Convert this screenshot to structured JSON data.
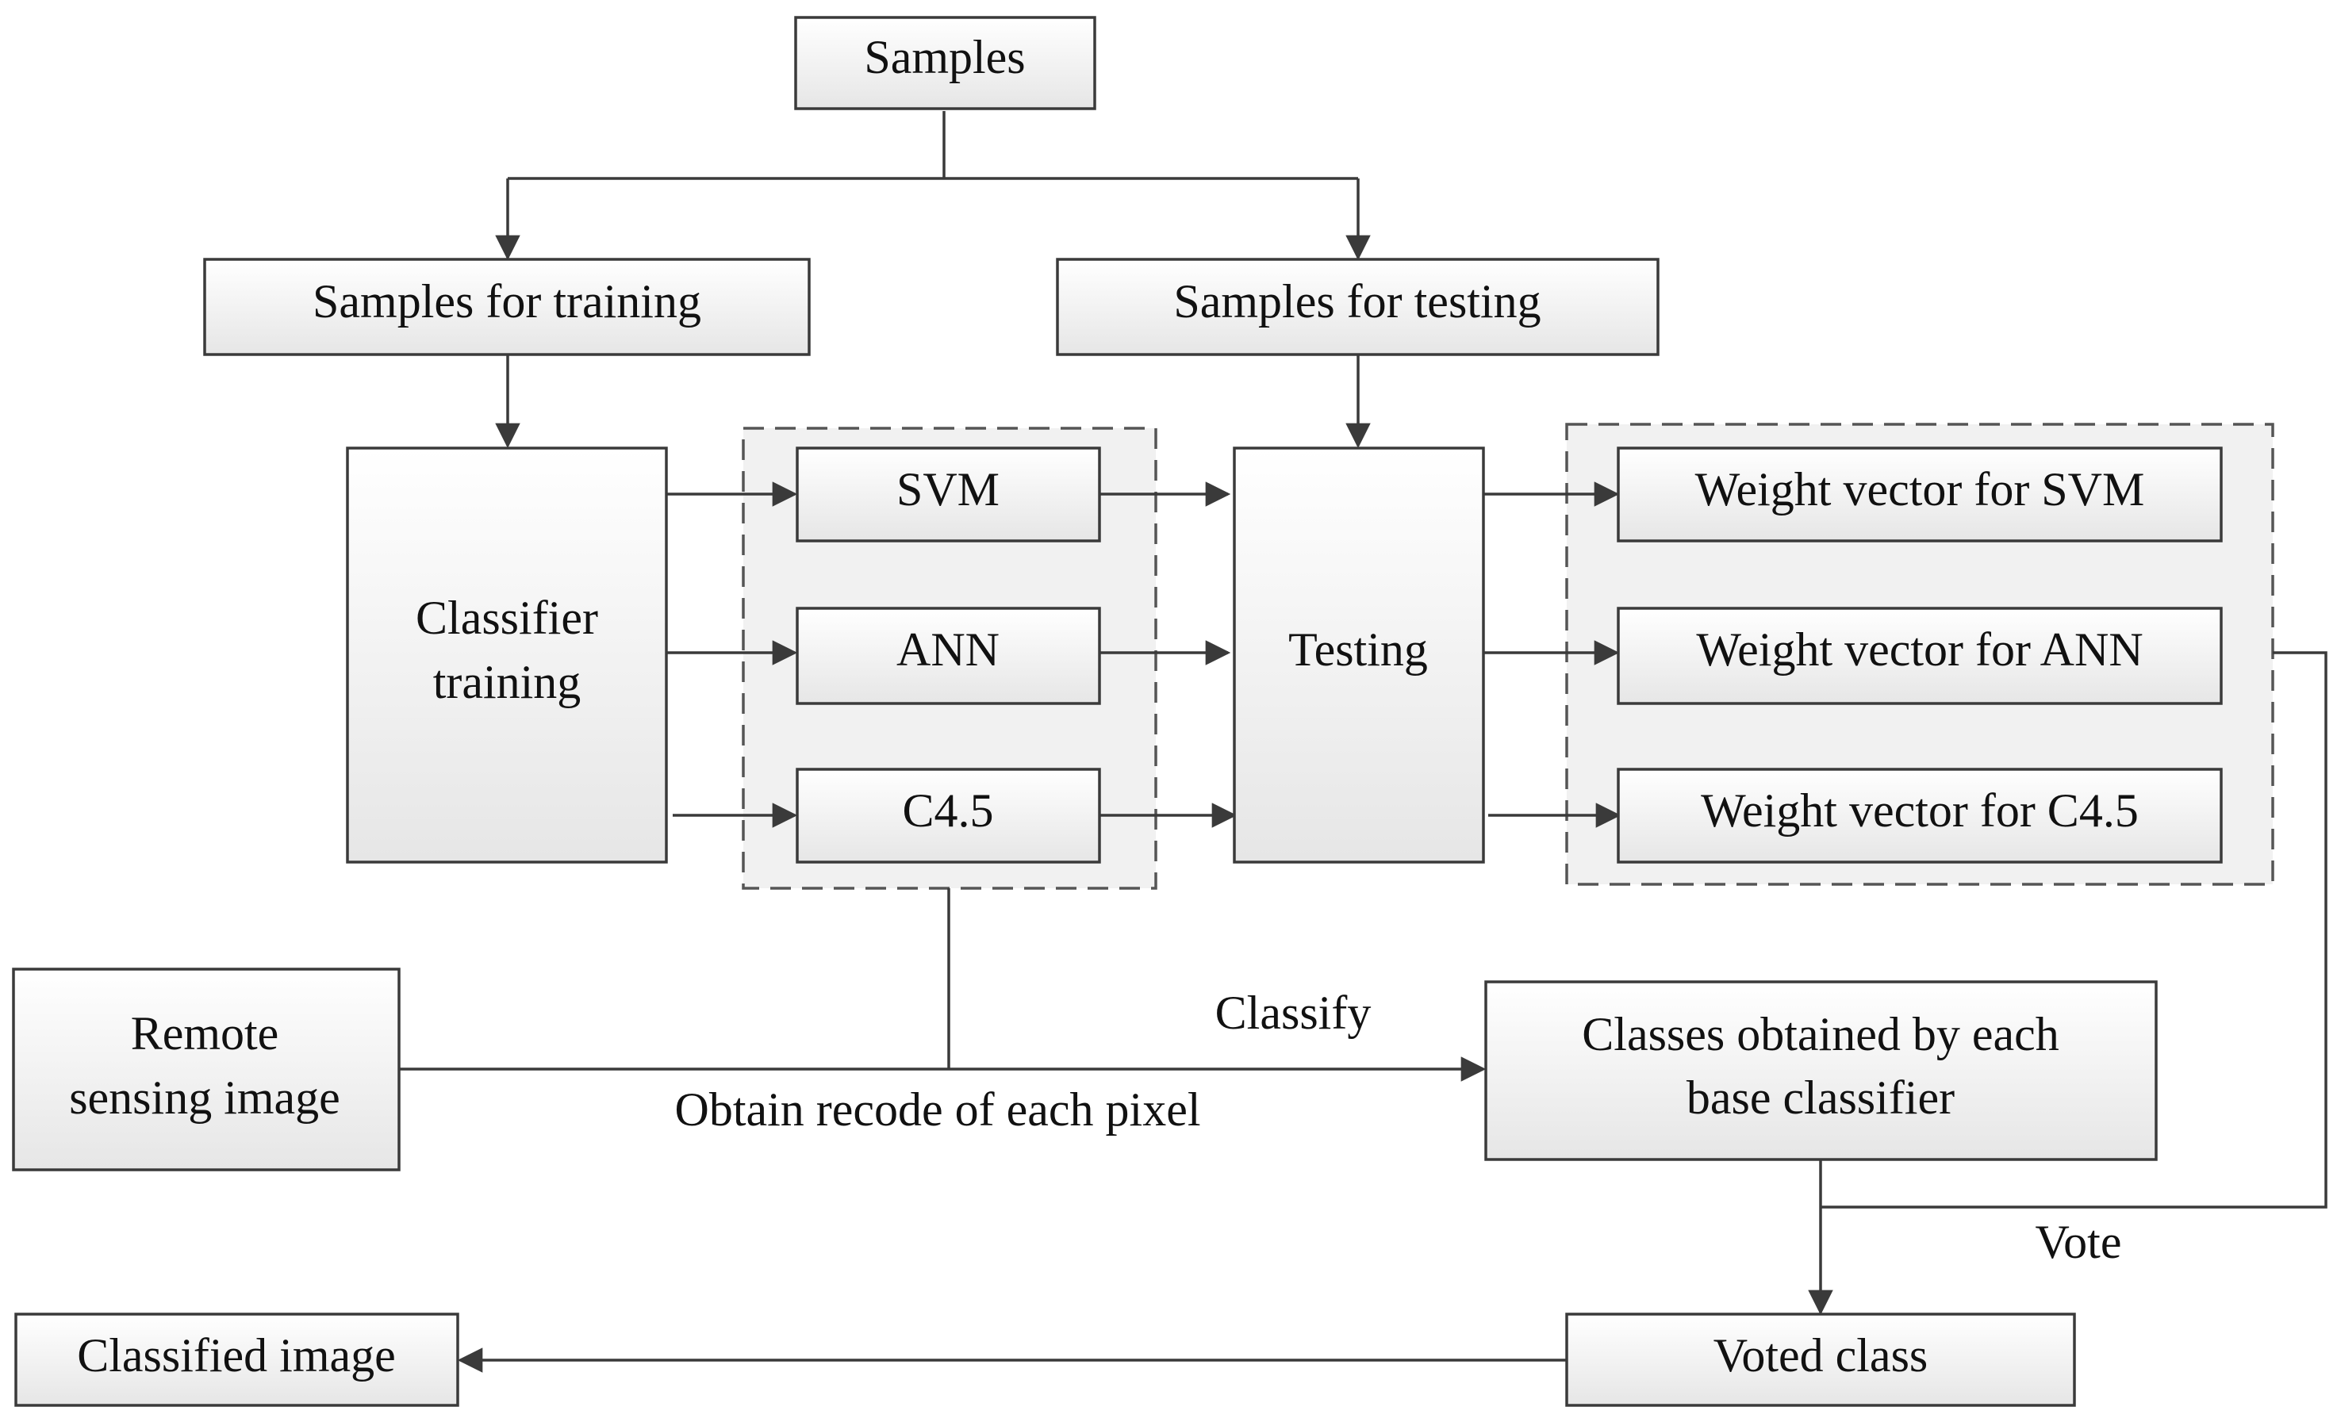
{
  "nodes": {
    "samples": "Samples",
    "samples_training": "Samples for training",
    "samples_testing": "Samples for testing",
    "classifier_training": [
      "Classifier",
      "training"
    ],
    "svm": "SVM",
    "ann": "ANN",
    "c45": "C4.5",
    "testing": "Testing",
    "weight_svm": "Weight vector for SVM",
    "weight_ann": "Weight vector for ANN",
    "weight_c45": "Weight vector for C4.5",
    "remote_sensing": [
      "Remote",
      "sensing image"
    ],
    "classes_obtained": [
      "Classes obtained by each",
      "base classifier"
    ],
    "voted_class": "Voted class",
    "classified_image": "Classified image"
  },
  "edge_labels": {
    "classify": "Classify",
    "obtain": "Obtain  recode of each pixel",
    "vote": "Vote"
  },
  "colors": {
    "box_fill_top": "#ffffff",
    "box_fill_bottom": "#e6e6e6",
    "stroke": "#3a3a3a",
    "group_fill": "#f1f1f1"
  }
}
